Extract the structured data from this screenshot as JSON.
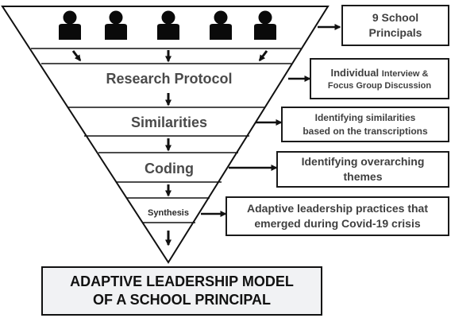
{
  "stages": {
    "research_protocol": "Research Protocol",
    "similarities": "Similarities",
    "coding": "Coding",
    "synthesis": "Synthesis"
  },
  "boxes": {
    "principals": [
      "9 School",
      "Principals"
    ],
    "interview": {
      "main": "Individual ",
      "small_1": "Interview &",
      "small_2": "Focus Group Discussion"
    },
    "identifying_similarities": [
      "Identifying similarities",
      "based on the transcriptions"
    ],
    "identifying_themes": [
      "Identifying overarching",
      "themes"
    ],
    "practices": [
      "Adaptive leadership practices that",
      "emerged during Covid-19 crisis"
    ]
  },
  "model": [
    "ADAPTIVE LEADERSHIP MODEL",
    "OF A SCHOOL PRINCIPAL"
  ]
}
